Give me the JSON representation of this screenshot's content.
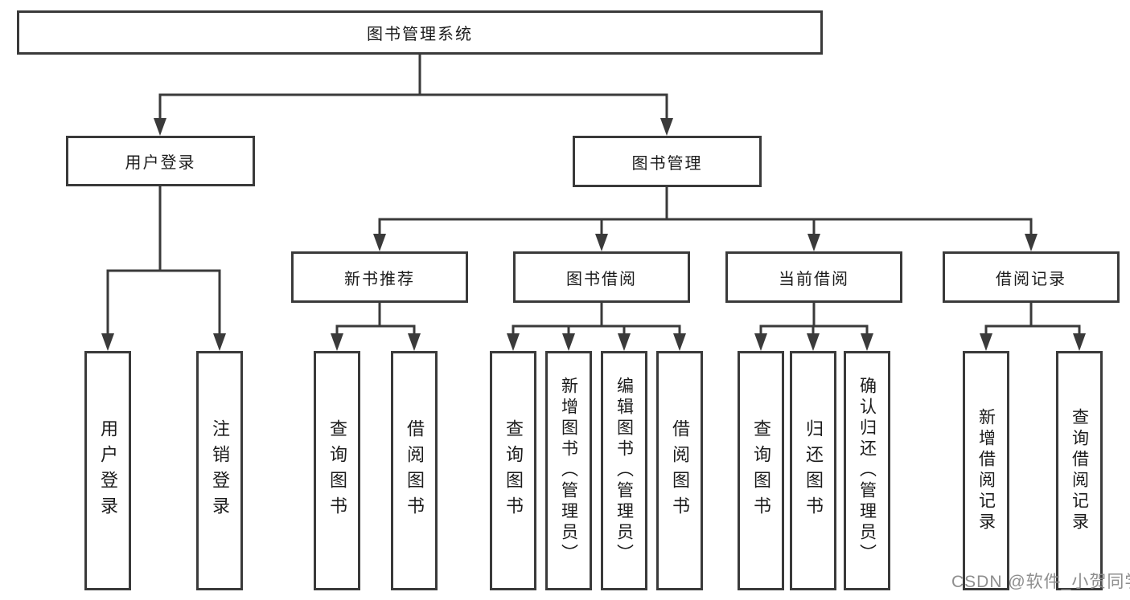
{
  "diagram": {
    "title_node": {
      "label": "图书管理系统"
    },
    "level2": [
      {
        "label": "用户登录"
      },
      {
        "label": "图书管理"
      }
    ],
    "level3": [
      {
        "label": "新书推荐"
      },
      {
        "label": "图书借阅"
      },
      {
        "label": "当前借阅"
      },
      {
        "label": "借阅记录"
      }
    ],
    "leaves": [
      {
        "label": "用户登录"
      },
      {
        "label": "注销登录"
      },
      {
        "label": "查询图书"
      },
      {
        "label": "借阅图书"
      },
      {
        "label": "查询图书"
      },
      {
        "label": "新增图书（管理员）"
      },
      {
        "label": "编辑图书（管理员）"
      },
      {
        "label": "借阅图书"
      },
      {
        "label": "查询图书"
      },
      {
        "label": "归还图书"
      },
      {
        "label": "确认归还（管理员）"
      },
      {
        "label": "新增借阅记录"
      },
      {
        "label": "查询借阅记录"
      }
    ]
  },
  "watermark": {
    "text": "CSDN @软件_小贺同学"
  },
  "colors": {
    "line": "#3a3a3a",
    "box_border": "#3a3a3a",
    "text": "#1c1c1c",
    "watermark": "#8e8e8e",
    "background": "#ffffff"
  }
}
